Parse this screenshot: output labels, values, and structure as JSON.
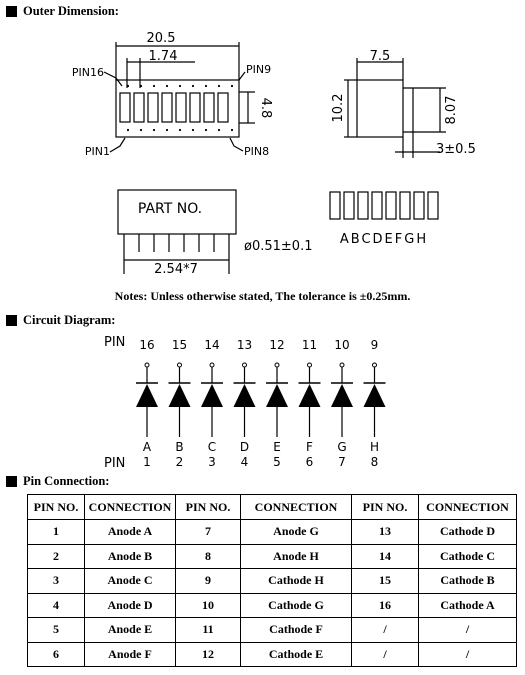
{
  "sections": {
    "outer": "Outer Dimension:",
    "circuit": "Circuit Diagram:",
    "pins": "Pin Connection:"
  },
  "note": "Notes: Unless otherwise stated, The tolerance is ±0.25mm.",
  "outer_dim": {
    "width": "20.5",
    "pitch": "1.74",
    "seg_height": "4.8",
    "pin16": "PIN16",
    "pin9": "PIN9",
    "pin1": "PIN1",
    "pin8": "PIN8",
    "side_depth": "7.5",
    "side_height": "10.2",
    "side_body": "8.07",
    "side_lead": "3±0.5",
    "part_no": "PART NO.",
    "lead_dia": "ø0.51±0.1",
    "lead_pitch": "2.54*7",
    "seg_letters": "ABCDEFGH"
  },
  "circuit": {
    "pin_label": "PIN",
    "top_pins": [
      "16",
      "15",
      "14",
      "13",
      "12",
      "11",
      "10",
      "9"
    ],
    "letters": [
      "A",
      "B",
      "C",
      "D",
      "E",
      "F",
      "G",
      "H"
    ],
    "bottom_pins": [
      "1",
      "2",
      "3",
      "4",
      "5",
      "6",
      "7",
      "8"
    ]
  },
  "table": {
    "headers": [
      "PIN NO.",
      "CONNECTION",
      "PIN NO.",
      "CONNECTION",
      "PIN NO.",
      "CONNECTION"
    ],
    "rows": [
      [
        "1",
        "Anode A",
        "7",
        "Anode G",
        "13",
        "Cathode D"
      ],
      [
        "2",
        "Anode B",
        "8",
        "Anode H",
        "14",
        "Cathode C"
      ],
      [
        "3",
        "Anode C",
        "9",
        "Cathode H",
        "15",
        "Cathode B"
      ],
      [
        "4",
        "Anode D",
        "10",
        "Cathode G",
        "16",
        "Cathode A"
      ],
      [
        "5",
        "Anode E",
        "11",
        "Cathode F",
        "/",
        "/"
      ],
      [
        "6",
        "Anode F",
        "12",
        "Cathode E",
        "/",
        "/"
      ]
    ]
  }
}
